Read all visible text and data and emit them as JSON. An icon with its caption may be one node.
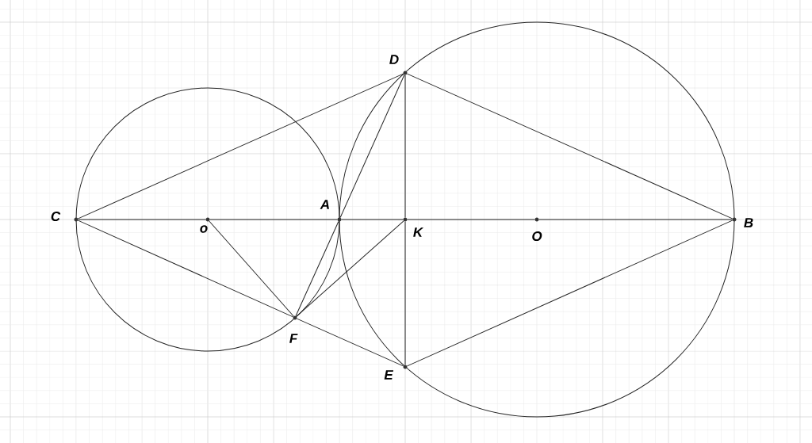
{
  "diagram": {
    "nodes": [
      {
        "text": [
          "C"
        ]
      },
      {
        "text": [
          "D"
        ]
      },
      {
        "text": [
          "A"
        ]
      },
      {
        "text": [
          "K"
        ]
      },
      {
        "text": [
          "O"
        ]
      },
      {
        "text": [
          "B"
        ]
      },
      {
        "text": [
          "o"
        ]
      },
      {
        "text": [
          "F"
        ]
      },
      {
        "text": [
          "E"
        ]
      }
    ],
    "edges": [
      {
        "from": 0,
        "to": 1,
        "arrow": "none"
      },
      {
        "from": 1,
        "to": 5,
        "arrow": "none"
      },
      {
        "from": 0,
        "to": 7,
        "arrow": "none"
      },
      {
        "from": 7,
        "to": 8,
        "arrow": "none"
      },
      {
        "from": 8,
        "to": 5,
        "arrow": "none"
      },
      {
        "from": 0,
        "to": 6,
        "arrow": "none"
      },
      {
        "from": 6,
        "to": 2,
        "arrow": "none"
      },
      {
        "from": 2,
        "to": 3,
        "arrow": "none"
      },
      {
        "from": 3,
        "to": 4,
        "arrow": "none"
      },
      {
        "from": 4,
        "to": 5,
        "arrow": "none"
      },
      {
        "from": 1,
        "to": 2,
        "arrow": "none"
      },
      {
        "from": 2,
        "to": 7,
        "arrow": "none"
      },
      {
        "from": 1,
        "to": 3,
        "arrow": "none"
      },
      {
        "from": 3,
        "to": 8,
        "arrow": "none"
      },
      {
        "from": 6,
        "to": 7,
        "arrow": "none"
      },
      {
        "from": 7,
        "to": 3,
        "arrow": "none"
      }
    ]
  }
}
